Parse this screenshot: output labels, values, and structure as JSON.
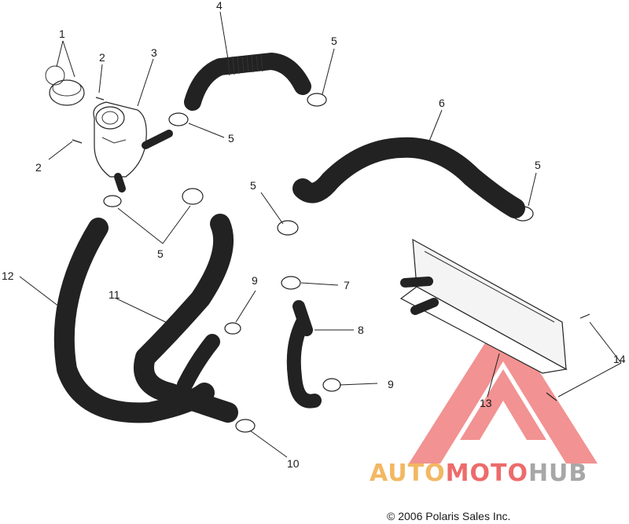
{
  "callouts": [
    {
      "id": "1",
      "text": "1"
    },
    {
      "id": "2a",
      "text": "2"
    },
    {
      "id": "2b",
      "text": "2"
    },
    {
      "id": "3",
      "text": "3"
    },
    {
      "id": "4",
      "text": "4"
    },
    {
      "id": "5a",
      "text": "5"
    },
    {
      "id": "5b",
      "text": "5"
    },
    {
      "id": "5c",
      "text": "5"
    },
    {
      "id": "5d",
      "text": "5"
    },
    {
      "id": "5e",
      "text": "5"
    },
    {
      "id": "6",
      "text": "6"
    },
    {
      "id": "7",
      "text": "7"
    },
    {
      "id": "8",
      "text": "8"
    },
    {
      "id": "9a",
      "text": "9"
    },
    {
      "id": "9b",
      "text": "9"
    },
    {
      "id": "10",
      "text": "10"
    },
    {
      "id": "11",
      "text": "11"
    },
    {
      "id": "12",
      "text": "12"
    },
    {
      "id": "13",
      "text": "13"
    },
    {
      "id": "14",
      "text": "14"
    }
  ],
  "copyright": "© 2006 Polaris Sales Inc.",
  "watermark": {
    "part1": "AUTO",
    "part2": "MOTO",
    "part3": "HUB",
    "color_orange": "#f0a030",
    "color_red": "#e83a3a",
    "color_gray": "#8a8a8a"
  }
}
